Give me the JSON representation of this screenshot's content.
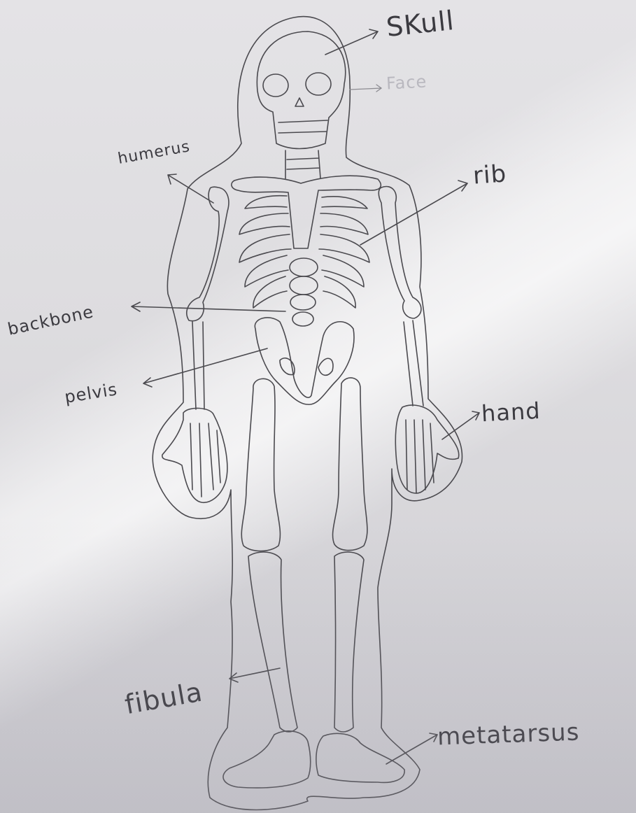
{
  "labels": {
    "skull": "SKull",
    "face": "Face",
    "humerus": "humerus",
    "rib": "rib",
    "backbone": "backbone",
    "pelvis": "pelvis",
    "hand": "hand",
    "fibula": "fibula",
    "metatarsus": "metatarsus"
  },
  "colors": {
    "paper": "#dddcdf",
    "pencil": "#4b4a4f",
    "faint_pencil": "#b9b8bf"
  }
}
